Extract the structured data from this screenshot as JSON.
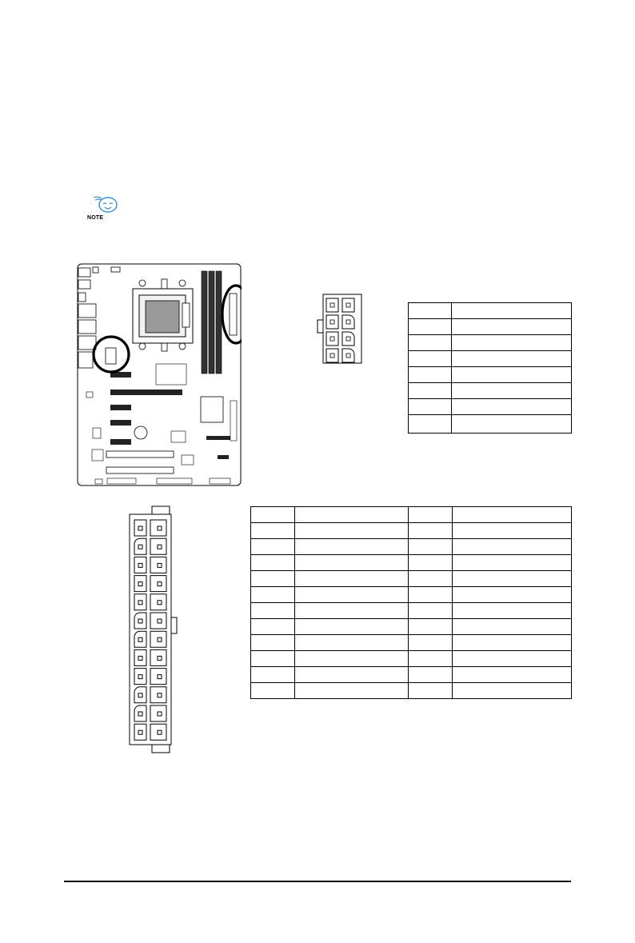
{
  "note": {
    "icon": "smiley-note-icon",
    "label": "NOTE",
    "accent_color": "#3a8fd0"
  },
  "atx_12v_table": {
    "rows": 8,
    "columns": 2
  },
  "atx_main_table": {
    "rows": 12,
    "columns": 4
  }
}
